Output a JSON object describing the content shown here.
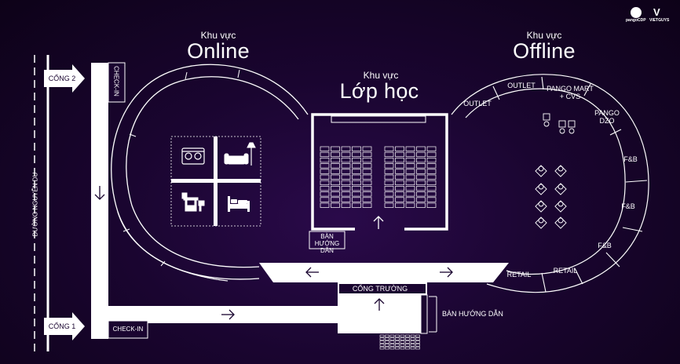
{
  "brand": {
    "left_logo_text": "pangoCDP",
    "right_logo_text": "VIETGUYS"
  },
  "zones": {
    "online": {
      "prefix": "Khu vực",
      "name": "Online"
    },
    "classroom": {
      "prefix": "Khu vực",
      "name": "Lớp học"
    },
    "offline": {
      "prefix": "Khu vực",
      "name": "Offline"
    }
  },
  "road": {
    "name": "ĐƯỜNG NGUYỄN DU"
  },
  "gates": {
    "gate2": "CỔNG 2",
    "gate1": "CỔNG 1"
  },
  "checkin": {
    "top": "CHECK-IN",
    "bottom": "CHECK-IN"
  },
  "info_desks": {
    "classroom": "BÀN HƯỚNG DẪN",
    "entrance": "BÀN HƯỚNG DẪN"
  },
  "school_gate": "CỔNG TRƯỜNG",
  "offline_booths": {
    "outlet_1": "OUTLET",
    "outlet_2": "OUTLET",
    "pango_mart": "PANGO MART + CVS",
    "pango_dzo": "PANGO DZO",
    "fb_1": "F&B",
    "fb_2": "F&B",
    "fb_3": "F&B",
    "retail_1": "RETAIL",
    "retail_2": "RETAIL"
  },
  "online_icons": [
    "stove-icon",
    "sofa-lamp-icon",
    "desk-chair-icon",
    "bed-icon"
  ],
  "colors": {
    "background": "#1a0530",
    "line": "#ffffff"
  }
}
